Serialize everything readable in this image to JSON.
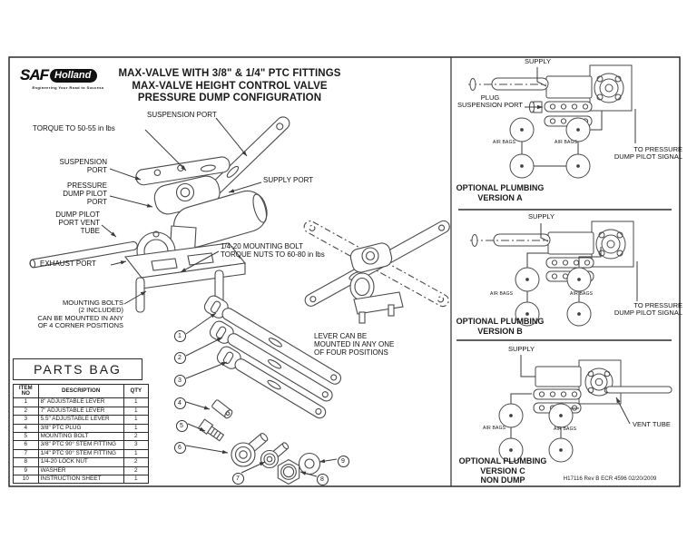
{
  "logo": {
    "brand_saf": "SAF",
    "brand_holland": "Holland",
    "tagline": "Engineering Your Road to Success"
  },
  "title": {
    "line1": "MAX-VALVE WITH 3/8\" & 1/4\" PTC FITTINGS",
    "line2": "MAX-VALVE HEIGHT CONTROL VALVE",
    "line3": "PRESSURE DUMP CONFIGURATION"
  },
  "main_diagram": {
    "suspension_port_top": "SUSPENSION PORT",
    "torque_note": "TORQUE TO 50-55 in lbs",
    "suspension_port_left": "SUSPENSION\nPORT",
    "pressure_dump_pilot_port": "PRESSURE\nDUMP PILOT\nPORT",
    "dump_pilot_vent_tube": "DUMP PILOT\nPORT VENT\nTUBE",
    "exhaust_port": "EXHAUST PORT",
    "supply_port": "SUPPLY PORT",
    "mounting_bolt_torque": "1/4-20 MOUNTING BOLT\nTORQUE NUTS TO 60-80 in lbs",
    "mounting_bolts_note": "MOUNTING BOLTS\n(2 INCLUDED)\nCAN BE MOUNTED IN ANY\nOF 4 CORNER POSITIONS",
    "lever_position_note": "LEVER CAN BE\nMOUNTED IN ANY ONE\nOF FOUR POSITIONS"
  },
  "parts_diagram": {
    "balloons": [
      "1",
      "2",
      "3",
      "4",
      "5",
      "6",
      "7",
      "8",
      "9"
    ]
  },
  "parts_bag": {
    "title": "PARTS BAG",
    "columns": {
      "item": "ITEM\nNO",
      "description": "DESCRIPTION",
      "qty": "QTY"
    },
    "rows": [
      {
        "item": "1",
        "description": "8\" ADJUSTABLE LEVER",
        "qty": "1"
      },
      {
        "item": "2",
        "description": "7\" ADJUSTABLE LEVER",
        "qty": "1"
      },
      {
        "item": "3",
        "description": "5.5\" ADJUSTABLE LEVER",
        "qty": "1"
      },
      {
        "item": "4",
        "description": "3/8\" PTC PLUG",
        "qty": "1"
      },
      {
        "item": "5",
        "description": "MOUNTING BOLT",
        "qty": "2"
      },
      {
        "item": "6",
        "description": "3/8\" PTC 90° STEM FITTING",
        "qty": "3"
      },
      {
        "item": "7",
        "description": "1/4\" PTC 90° STEM FITTING",
        "qty": "1"
      },
      {
        "item": "8",
        "description": "1/4-20 LOCK NUT",
        "qty": "2"
      },
      {
        "item": "9",
        "description": "WASHER",
        "qty": "2"
      },
      {
        "item": "10",
        "description": "INSTRUCTION SHEET",
        "qty": "1"
      }
    ]
  },
  "plumbing_versions": [
    {
      "supply": "SUPPLY",
      "plug": "PLUG\nSUSPENSION PORT",
      "air_bags_left": "AIR BAGS",
      "air_bags_right": "AIR BAGS",
      "signal": "TO PRESSURE\nDUMP PILOT SIGNAL",
      "title": "OPTIONAL PLUMBING",
      "version": "VERSION A"
    },
    {
      "supply": "SUPPLY",
      "air_bags_left": "AIR BAGS",
      "air_bags_right": "AIR BAGS",
      "signal": "TO PRESSURE\nDUMP PILOT SIGNAL",
      "title": "OPTIONAL PLUMBING",
      "version": "VERSION B"
    },
    {
      "supply": "SUPPLY",
      "air_bags_left": "AIR BAGS",
      "air_bags_right": "AIR BAGS",
      "vent_tube": "VENT TUBE",
      "title": "OPTIONAL PLUMBING",
      "version": "VERSION C",
      "subversion": "NON DUMP"
    }
  ],
  "footer": {
    "document_number": "H17116  Rev B   ECR 4596   02/20/2009"
  },
  "colors": {
    "line_art": "#4a4a4a",
    "text": "#111111",
    "border": "#2b2b2b",
    "paper": "#ffffff"
  }
}
